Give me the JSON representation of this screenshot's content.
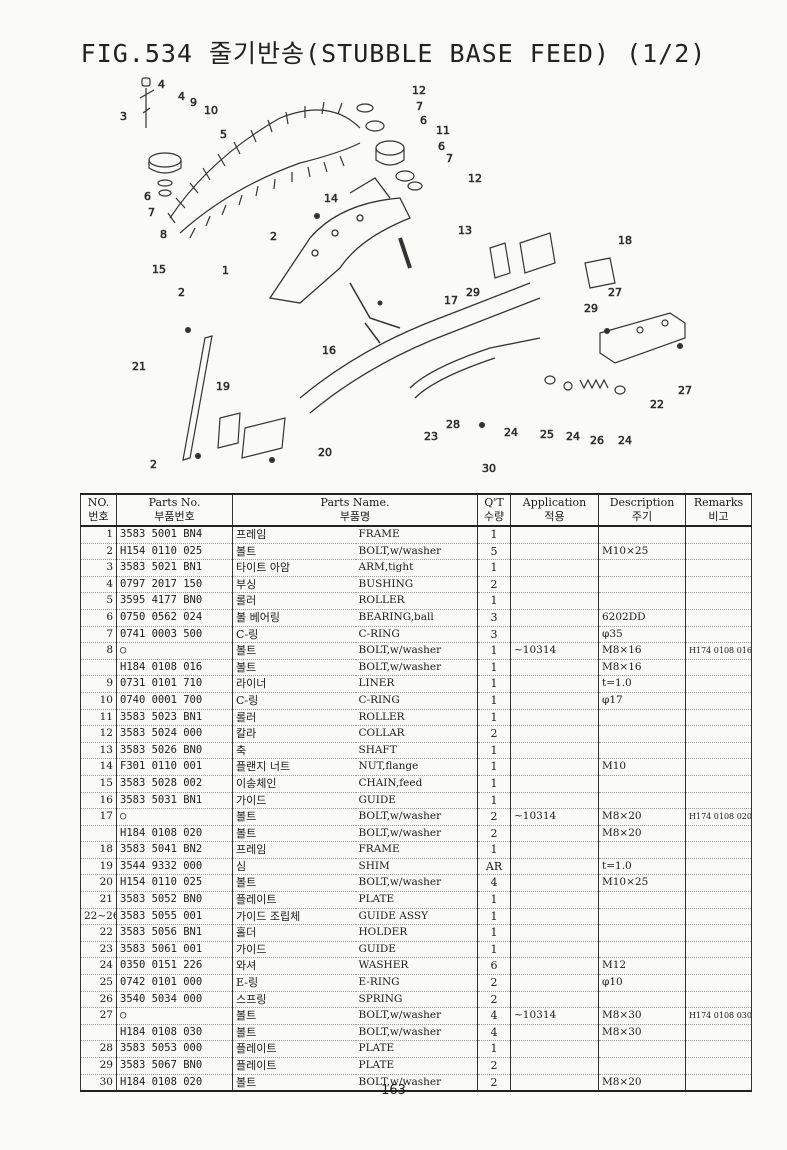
{
  "title": "FIG.534 줄기반송(STUBBLE BASE FEED) (1/2)",
  "page_number": "163",
  "table": {
    "headers": {
      "no": [
        "NO.",
        "번호"
      ],
      "partno": [
        "Parts No.",
        "부품번호"
      ],
      "name": [
        "Parts Name.",
        "부품명"
      ],
      "qty": [
        "Q'T",
        "수량"
      ],
      "app": [
        "Application",
        "적용"
      ],
      "desc": [
        "Description",
        "주기"
      ],
      "rem": [
        "Remarks",
        "비고"
      ]
    },
    "rows": [
      {
        "no": "1",
        "partno": "3583 5001 BN4",
        "ko": "프레임",
        "en": "FRAME",
        "qty": "1",
        "app": "",
        "desc": "",
        "rem": ""
      },
      {
        "no": "2",
        "partno": "H154 0110 025",
        "ko": "볼트",
        "en": "BOLT,w/washer",
        "qty": "5",
        "app": "",
        "desc": "M10×25",
        "rem": ""
      },
      {
        "no": "3",
        "partno": "3583 5021 BN1",
        "ko": "타이트 아암",
        "en": "ARM,tight",
        "qty": "1",
        "app": "",
        "desc": "",
        "rem": ""
      },
      {
        "no": "4",
        "partno": "0797 2017 150",
        "ko": "부싱",
        "en": "BUSHING",
        "qty": "2",
        "app": "",
        "desc": "",
        "rem": ""
      },
      {
        "no": "5",
        "partno": "3595 4177 BN0",
        "ko": "롤러",
        "en": "ROLLER",
        "qty": "1",
        "app": "",
        "desc": "",
        "rem": ""
      },
      {
        "no": "6",
        "partno": "0750 0562 024",
        "ko": "볼 베어링",
        "en": "BEARING,ball",
        "qty": "3",
        "app": "",
        "desc": "6202DD",
        "rem": ""
      },
      {
        "no": "7",
        "partno": "0741 0003 500",
        "ko": "C-링",
        "en": "C-RING",
        "qty": "3",
        "app": "",
        "desc": "φ35",
        "rem": ""
      },
      {
        "no": "8",
        "partno": "○",
        "ko": "볼트",
        "en": "BOLT,w/washer",
        "qty": "1",
        "app": "~10314",
        "desc": "M8×16",
        "rem": "H174 0108 016"
      },
      {
        "no": "",
        "partno": "H184 0108 016",
        "ko": "볼트",
        "en": "BOLT,w/washer",
        "qty": "1",
        "app": "",
        "desc": "M8×16",
        "rem": ""
      },
      {
        "no": "9",
        "partno": "0731 0101 710",
        "ko": "라이너",
        "en": "LINER",
        "qty": "1",
        "app": "",
        "desc": "t=1.0",
        "rem": ""
      },
      {
        "no": "10",
        "partno": "0740 0001 700",
        "ko": "C-링",
        "en": "C-RING",
        "qty": "1",
        "app": "",
        "desc": "φ17",
        "rem": ""
      },
      {
        "no": "11",
        "partno": "3583 5023 BN1",
        "ko": "롤러",
        "en": "ROLLER",
        "qty": "1",
        "app": "",
        "desc": "",
        "rem": ""
      },
      {
        "no": "12",
        "partno": "3583 5024 000",
        "ko": "칼라",
        "en": "COLLAR",
        "qty": "2",
        "app": "",
        "desc": "",
        "rem": ""
      },
      {
        "no": "13",
        "partno": "3583 5026 BN0",
        "ko": "축",
        "en": "SHAFT",
        "qty": "1",
        "app": "",
        "desc": "",
        "rem": ""
      },
      {
        "no": "14",
        "partno": "F301 0110 001",
        "ko": "플랜지 너트",
        "en": "NUT,flange",
        "qty": "1",
        "app": "",
        "desc": "M10",
        "rem": ""
      },
      {
        "no": "15",
        "partno": "3583 5028 002",
        "ko": "이송체인",
        "en": "CHAIN,feed",
        "qty": "1",
        "app": "",
        "desc": "",
        "rem": ""
      },
      {
        "no": "16",
        "partno": "3583 5031 BN1",
        "ko": "가이드",
        "en": "GUIDE",
        "qty": "1",
        "app": "",
        "desc": "",
        "rem": ""
      },
      {
        "no": "17",
        "partno": "○",
        "ko": "볼트",
        "en": "BOLT,w/washer",
        "qty": "2",
        "app": "~10314",
        "desc": "M8×20",
        "rem": "H174 0108 020"
      },
      {
        "no": "",
        "partno": "H184 0108 020",
        "ko": "볼트",
        "en": "BOLT,w/washer",
        "qty": "2",
        "app": "",
        "desc": "M8×20",
        "rem": ""
      },
      {
        "no": "18",
        "partno": "3583 5041 BN2",
        "ko": "프레임",
        "en": "FRAME",
        "qty": "1",
        "app": "",
        "desc": "",
        "rem": ""
      },
      {
        "no": "19",
        "partno": "3544 9332 000",
        "ko": "심",
        "en": "SHIM",
        "qty": "AR",
        "app": "",
        "desc": "t=1.0",
        "rem": ""
      },
      {
        "no": "20",
        "partno": "H154 0110 025",
        "ko": "볼트",
        "en": "BOLT,w/washer",
        "qty": "4",
        "app": "",
        "desc": "M10×25",
        "rem": ""
      },
      {
        "no": "21",
        "partno": "3583 5052 BN0",
        "ko": "플레이트",
        "en": "PLATE",
        "qty": "1",
        "app": "",
        "desc": "",
        "rem": ""
      },
      {
        "no": "22~26",
        "partno": "3583 5055 001",
        "ko": "가이드 조립체",
        "en": "GUIDE ASSY",
        "qty": "1",
        "app": "",
        "desc": "",
        "rem": ""
      },
      {
        "no": "22",
        "partno": "3583 5056 BN1",
        "ko": "홀더",
        "en": "HOLDER",
        "qty": "1",
        "app": "",
        "desc": "",
        "rem": ""
      },
      {
        "no": "23",
        "partno": "3583 5061 001",
        "ko": "가이드",
        "en": "GUIDE",
        "qty": "1",
        "app": "",
        "desc": "",
        "rem": ""
      },
      {
        "no": "24",
        "partno": "0350 0151 226",
        "ko": "와셔",
        "en": "WASHER",
        "qty": "6",
        "app": "",
        "desc": "M12",
        "rem": ""
      },
      {
        "no": "25",
        "partno": "0742 0101 000",
        "ko": "E-링",
        "en": "E-RING",
        "qty": "2",
        "app": "",
        "desc": "φ10",
        "rem": ""
      },
      {
        "no": "26",
        "partno": "3540 5034 000",
        "ko": "스프링",
        "en": "SPRING",
        "qty": "2",
        "app": "",
        "desc": "",
        "rem": ""
      },
      {
        "no": "27",
        "partno": "○",
        "ko": "볼트",
        "en": "BOLT,w/washer",
        "qty": "4",
        "app": "~10314",
        "desc": "M8×30",
        "rem": "H174 0108 030"
      },
      {
        "no": "",
        "partno": "H184 0108 030",
        "ko": "볼트",
        "en": "BOLT,w/washer",
        "qty": "4",
        "app": "",
        "desc": "M8×30",
        "rem": ""
      },
      {
        "no": "28",
        "partno": "3583 5053 000",
        "ko": "플레이트",
        "en": "PLATE",
        "qty": "1",
        "app": "",
        "desc": "",
        "rem": ""
      },
      {
        "no": "29",
        "partno": "3583 5067 BN0",
        "ko": "플레이트",
        "en": "PLATE",
        "qty": "2",
        "app": "",
        "desc": "",
        "rem": ""
      },
      {
        "no": "30",
        "partno": "H184 0108 020",
        "ko": "볼트",
        "en": "BOLT,w/washer",
        "qty": "2",
        "app": "",
        "desc": "M8×20",
        "rem": ""
      }
    ]
  },
  "diagram_callouts": [
    "4",
    "4",
    "3",
    "9",
    "10",
    "5",
    "6",
    "7",
    "8",
    "15",
    "12",
    "7",
    "6",
    "11",
    "6",
    "7",
    "12",
    "14",
    "2",
    "13",
    "1",
    "18",
    "29",
    "17",
    "2",
    "16",
    "29",
    "27",
    "21",
    "19",
    "27",
    "22",
    "20",
    "2",
    "23",
    "28",
    "24",
    "25",
    "24",
    "26",
    "24",
    "30"
  ]
}
